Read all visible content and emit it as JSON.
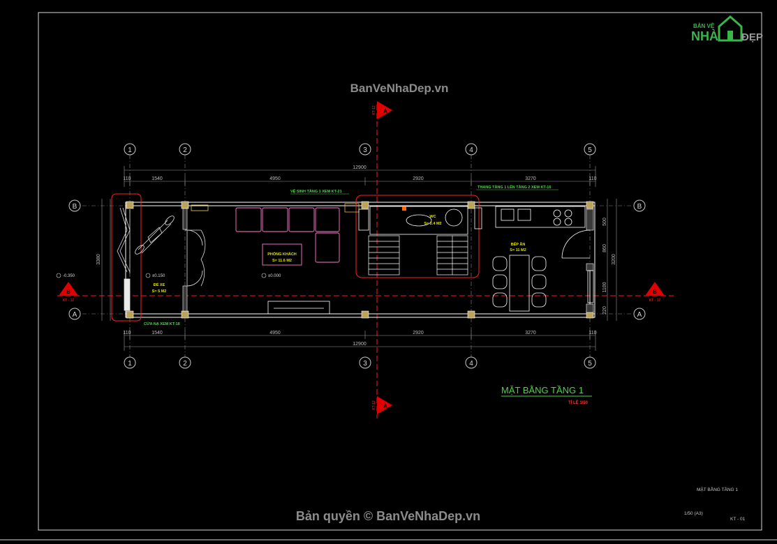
{
  "watermark_top": "BanVeNhaDep.vn",
  "watermark_bottom": "Bản quyền © BanVeNhaDep.vn",
  "logo": {
    "top_text": "BẢN VẼ",
    "left_text": "NHÀ",
    "right_text": "ĐẸP"
  },
  "colors": {
    "background": "#000000",
    "frame": "#d8d8d8",
    "grid": "#c8c8c8",
    "wall": "#ffffff",
    "section_line": "#ff1a1a",
    "label_green": "#52d14a",
    "label_yellow": "#e0e000",
    "furniture_pink": "#ff7ad0",
    "dim": "#b0b0b0"
  },
  "grid": {
    "columns": [
      "1",
      "2",
      "3",
      "4",
      "5"
    ],
    "rows": [
      "B",
      "A"
    ]
  },
  "dimensions": {
    "total": "12900",
    "segments": [
      "1540",
      "4950",
      "2920",
      "3270"
    ],
    "end_small": "110",
    "vertical_total": "3200",
    "vertical_left": "3380",
    "vertical_right": [
      "500",
      "860",
      "1100",
      "220"
    ]
  },
  "section": {
    "letter": "A",
    "ref": "KT-12"
  },
  "section_side": {
    "letter": "B",
    "ref": "KT - 12"
  },
  "labels": {
    "room_guest": "PHÒNG KHÁCH",
    "room_guest_area": "S= 11.6 M2",
    "room_garage": "ĐỂ XE",
    "room_garage_area": "S= 5 M2",
    "room_kitchen": "BẾP ĂN",
    "room_kitchen_area": "S= 11 M2",
    "room_wc": "WC",
    "room_wc_area": "S= 2.4 M2",
    "level_garage": "±0.150",
    "level_guest": "±0.000",
    "level_outside": "-0.350",
    "note_wc": "VỆ SINH TẦNG 1 XEM KT-21",
    "note_stair": "THANG TẦNG 1 LÊN TẦNG 2 XEM KT-16",
    "note_door": "CỬA NẠ XEM KT-18"
  },
  "title": {
    "main": "MẶT BẰNG TẦNG 1",
    "scale": "TỈ LỆ 1/50"
  },
  "title_block": {
    "name": "MẶT BẰNG TẦNG 1",
    "scale": "1/50  (A3)",
    "code": "KT - 01"
  }
}
